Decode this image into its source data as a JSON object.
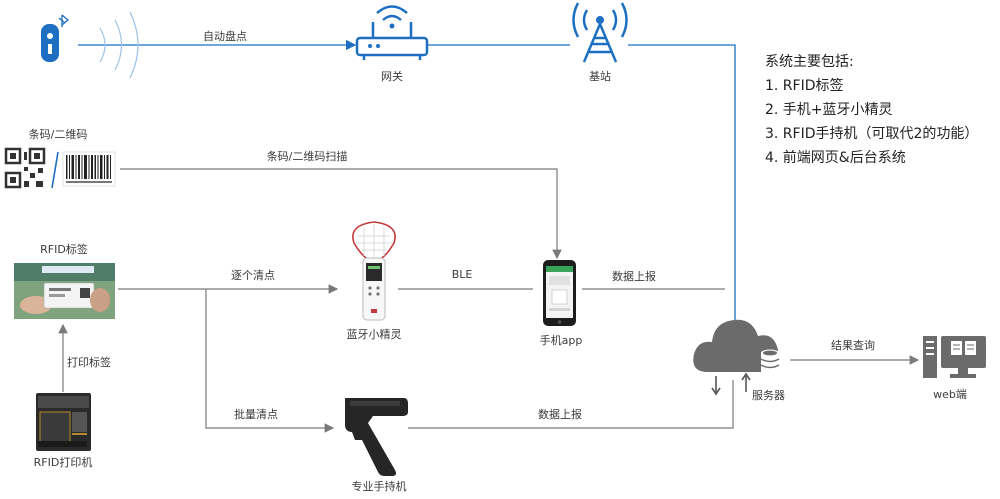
{
  "labels": {
    "auto_inventory": "自动盘点",
    "gateway": "网关",
    "base_station": "基站",
    "barcode_qr": "条码/二维码",
    "barcode_scan": "条码/二维码扫描",
    "rfid_tag": "RFID标签",
    "item_by_item": "逐个清点",
    "ble": "BLE",
    "data_upload_1": "数据上报",
    "bt_sprite": "蓝牙小精灵",
    "phone_app": "手机app",
    "print_tag": "打印标签",
    "batch_count": "批量清点",
    "data_upload_2": "数据上报",
    "rfid_printer": "RFID打印机",
    "handheld": "专业手持机",
    "server": "服务器",
    "result_query": "结果查询",
    "web": "web端"
  },
  "notes": {
    "title": "系统主要包括:",
    "items": [
      "1. RFID标签",
      "2. 手机+蓝牙小精灵",
      "3. RFID手持机（可取代2的功能）",
      "4. 前端网页&后台系统"
    ]
  },
  "colors": {
    "accent_blue": "#1e6fc1",
    "line_gray": "#8a8a8a",
    "cloud_gray": "#6b6b6b",
    "sprite_red": "#c43a3a"
  },
  "icons": [
    "bluetooth-tag-icon",
    "router-icon",
    "tower-icon",
    "qr-code-icon",
    "barcode-icon",
    "rfid-card-photo",
    "bt-sprite-device",
    "phone-icon",
    "printer-icon",
    "handheld-icon",
    "cloud-server-icon",
    "computer-icon"
  ]
}
